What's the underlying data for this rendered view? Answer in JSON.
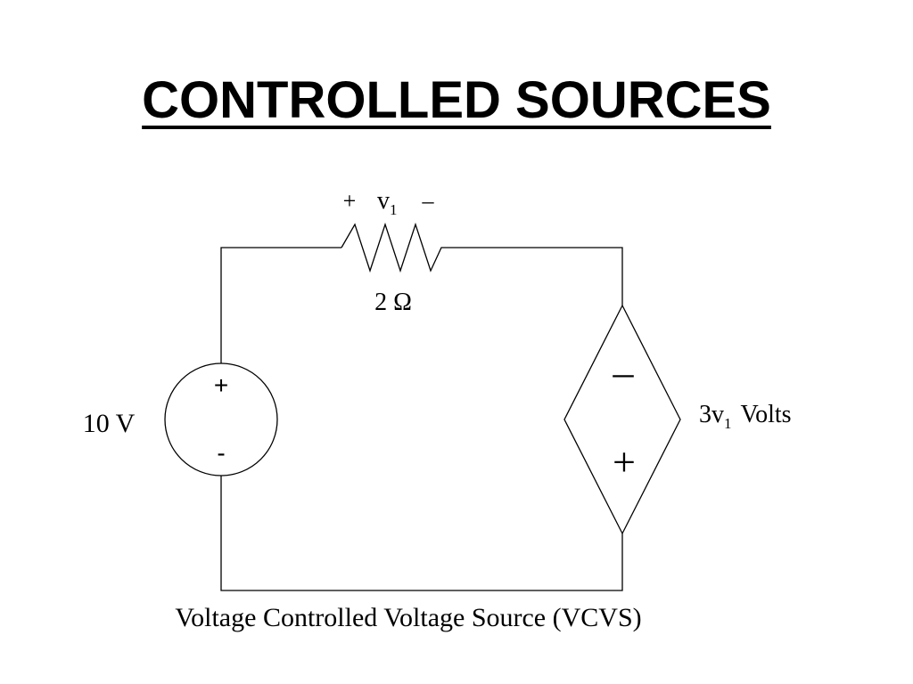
{
  "title": "CONTROLLED SOURCES",
  "resistor": {
    "plus": "+",
    "voltage_var": "v",
    "voltage_sub": "1",
    "minus": "–",
    "value": "2 Ω"
  },
  "independent_source": {
    "plus": "+",
    "minus": "-",
    "value": "10 V"
  },
  "dependent_source": {
    "minus": "–",
    "plus": "+",
    "coef": "3v",
    "sub": "1",
    "unit": "Volts"
  },
  "caption": "Voltage Controlled Voltage Source (VCVS)"
}
